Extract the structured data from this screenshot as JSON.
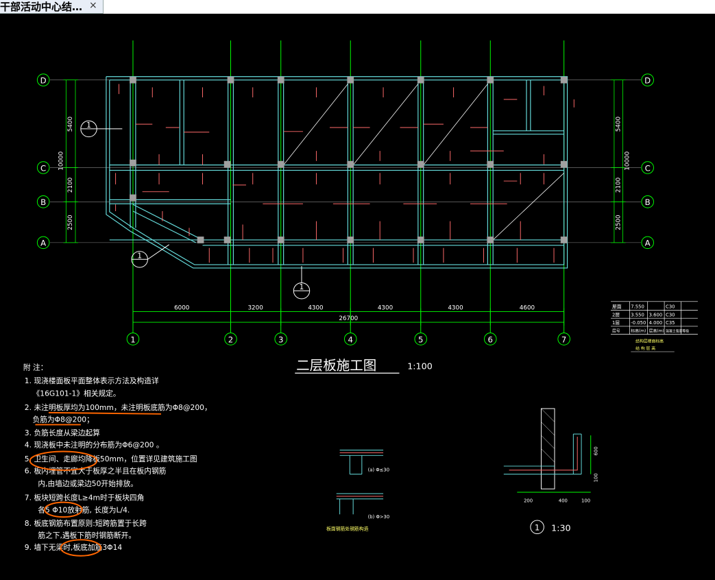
{
  "tab": {
    "title": "干部活动中心结…",
    "close_icon": "×"
  },
  "drawing": {
    "title": "二层板施工图",
    "scale": "1:100",
    "grid_rows": [
      "D",
      "C",
      "B",
      "A"
    ],
    "grid_cols": [
      "1",
      "2",
      "3",
      "4",
      "5",
      "6",
      "7"
    ],
    "col_spacings": [
      "6000",
      "3200",
      "4300",
      "4300",
      "4300",
      "4600"
    ],
    "total_length": "26700",
    "row_spacings_left": [
      "5400",
      "10000",
      "2100",
      "2500"
    ],
    "row_spacings_right": [
      "5400",
      "10000",
      "2100",
      "2500"
    ],
    "section_marks": [
      "1",
      "1",
      "1"
    ]
  },
  "notes": {
    "heading": "附 注：",
    "lines": [
      "1. 现浇楼面板平面整体表示方法及构造详",
      "《16G101-1》相关规定。",
      "2. 未注明板厚均为100mm，未注明板底筋为Φ8@200，",
      "负筋为Φ8@200；",
      "3. 负筋长度从梁边起算",
      "4. 现浇板中未注明的分布筋为Φ6@200 。",
      "5. 卫生间、走廊均降板50mm，位置详见建筑施工图",
      "6. 板内埋管不宜大于板厚之半且在板内钢筋",
      "内,由墙边或梁边50开始排放。",
      "7. 板块短跨长度L≥4m时于板块四角",
      "各5 Φ10放射筋, 长度为L/4.",
      "8. 板底钢筋布置原则:短跨筋置于长跨",
      "筋之下,遇板下筋时钢筋断开。",
      "9. 墙下无梁时,板底加筋3Φ14"
    ]
  },
  "legend_table": {
    "rows": [
      [
        "屋面",
        "7.550",
        "",
        "C30"
      ],
      [
        "2层",
        "3.550",
        "3.600",
        "C30"
      ],
      [
        "1层",
        "-0.050",
        "4.000",
        "C35"
      ],
      [
        "层号",
        "标高(m)",
        "层高(m)",
        "混凝土强度等级"
      ]
    ],
    "caption1": "结构层楼面标高",
    "caption2": "结 构 层 高"
  },
  "details": {
    "detail_scale": "1:30",
    "detail_number": "1",
    "detail_dims": [
      "200",
      "400",
      "100"
    ],
    "detail_vert_dims": [
      "600",
      "100"
    ],
    "small_notes": [
      "(a) Φ≤30",
      "(b) Φ>30",
      "板面钢筋处钢筋构造"
    ]
  },
  "colors": {
    "grid": "#00ff00",
    "wall": "#66dddd",
    "column": "#a0a0a0",
    "rebar": "#ff6a6a",
    "text": "#ffffff",
    "highlight": "#ff6600",
    "text_yellow": "#ffff66"
  }
}
